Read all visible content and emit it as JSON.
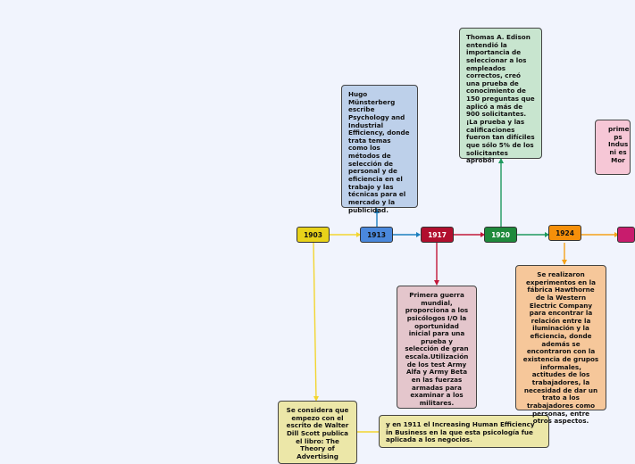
{
  "years": {
    "y1903": "1903",
    "y1913": "1913",
    "y1917": "1917",
    "y1920": "1920",
    "y1924": "1924"
  },
  "notes": {
    "n1903": "Se considera que empezo con el escrito de Walter Dill Scott publica el libro: The Theory of Advertising",
    "n1911": "y en 1911 el Increasing Human Efficiency in Business en la que esta psicología fue aplicada a los negocios.",
    "n1913": "Hugo Münsterberg escribe Psychology and Industrial Efficiency, donde trata temas como los métodos de selección de personal y de eficiencia en el trabajo y las técnicas para el mercado y la publicidad.",
    "n1917": "Primera guerra mundial, proporciona a los psicólogos I/O la oportunidad inicial para una prueba y selección de gran escala.Utilización de los test Army Alfa y Army Beta en las fuerzas armadas para examinar a los militares.",
    "n1920": "Thomas A. Edison entendió la importancia de seleccionar a los empleados correctos, creó una prueba de conocimiento de 150 preguntas que aplicó a más de 900 solicitantes. ¡La prueba y las calificaciones fueron tan difíciles que sólo 5% de los solicitantes aprobó!",
    "n1924": "Se realizaron experimentos en la fábrica Hawthorne de la Western Electric Company para encontrar la relación entre la iluminación y la eficiencia, donde además se encontraron con la existencia de grupos informales, actitudes de los trabajadores, la necesidad de dar un trato a los trabajadores como personas, entre otros aspectos.",
    "n_cut": "prime ps Indus ni es Mor"
  },
  "colors": {
    "y1903": "#e8d21a",
    "y1913": "#4a88dc",
    "y1917": "#b10f2e",
    "y1920": "#1f8a3c",
    "y1924": "#f58f0a",
    "next": "#c81c6d"
  }
}
